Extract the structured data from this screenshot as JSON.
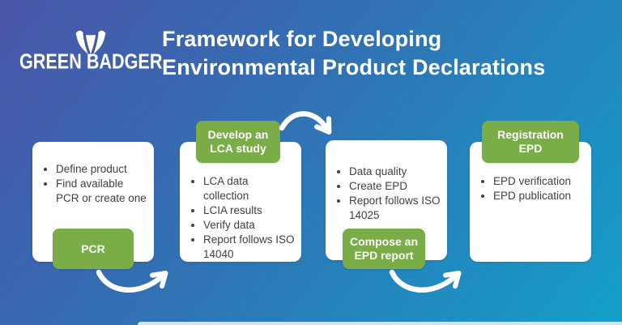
{
  "brand": {
    "name": "GREEN BADGER",
    "icon": "badger-face-icon"
  },
  "title": {
    "line1": "Framework for Developing",
    "line2": "Environmental Product Declarations"
  },
  "steps": [
    {
      "label": "PCR",
      "label_position": "bottom",
      "bullets": [
        "Define product",
        "Find available PCR or create one"
      ]
    },
    {
      "label": "Develop an LCA study",
      "label_position": "top",
      "bullets": [
        "LCA data collection",
        "LCIA results",
        "Verify data",
        "Report follows ISO 14040"
      ]
    },
    {
      "label": "Compose an EPD report",
      "label_position": "bottom",
      "bullets": [
        "Data quality",
        "Create EPD",
        "Report follows ISO 14025"
      ]
    },
    {
      "label": "Registration EPD",
      "label_position": "top",
      "bullets": [
        "EPD verification",
        "EPD publication"
      ]
    }
  ],
  "colors": {
    "gradient_start": "#4a55a8",
    "gradient_mid": "#2f74b5",
    "gradient_end": "#149fca",
    "accent_green": "#7aac47",
    "card_background": "#ffffff",
    "card_text": "#414141",
    "title_text": "#ffffff"
  }
}
